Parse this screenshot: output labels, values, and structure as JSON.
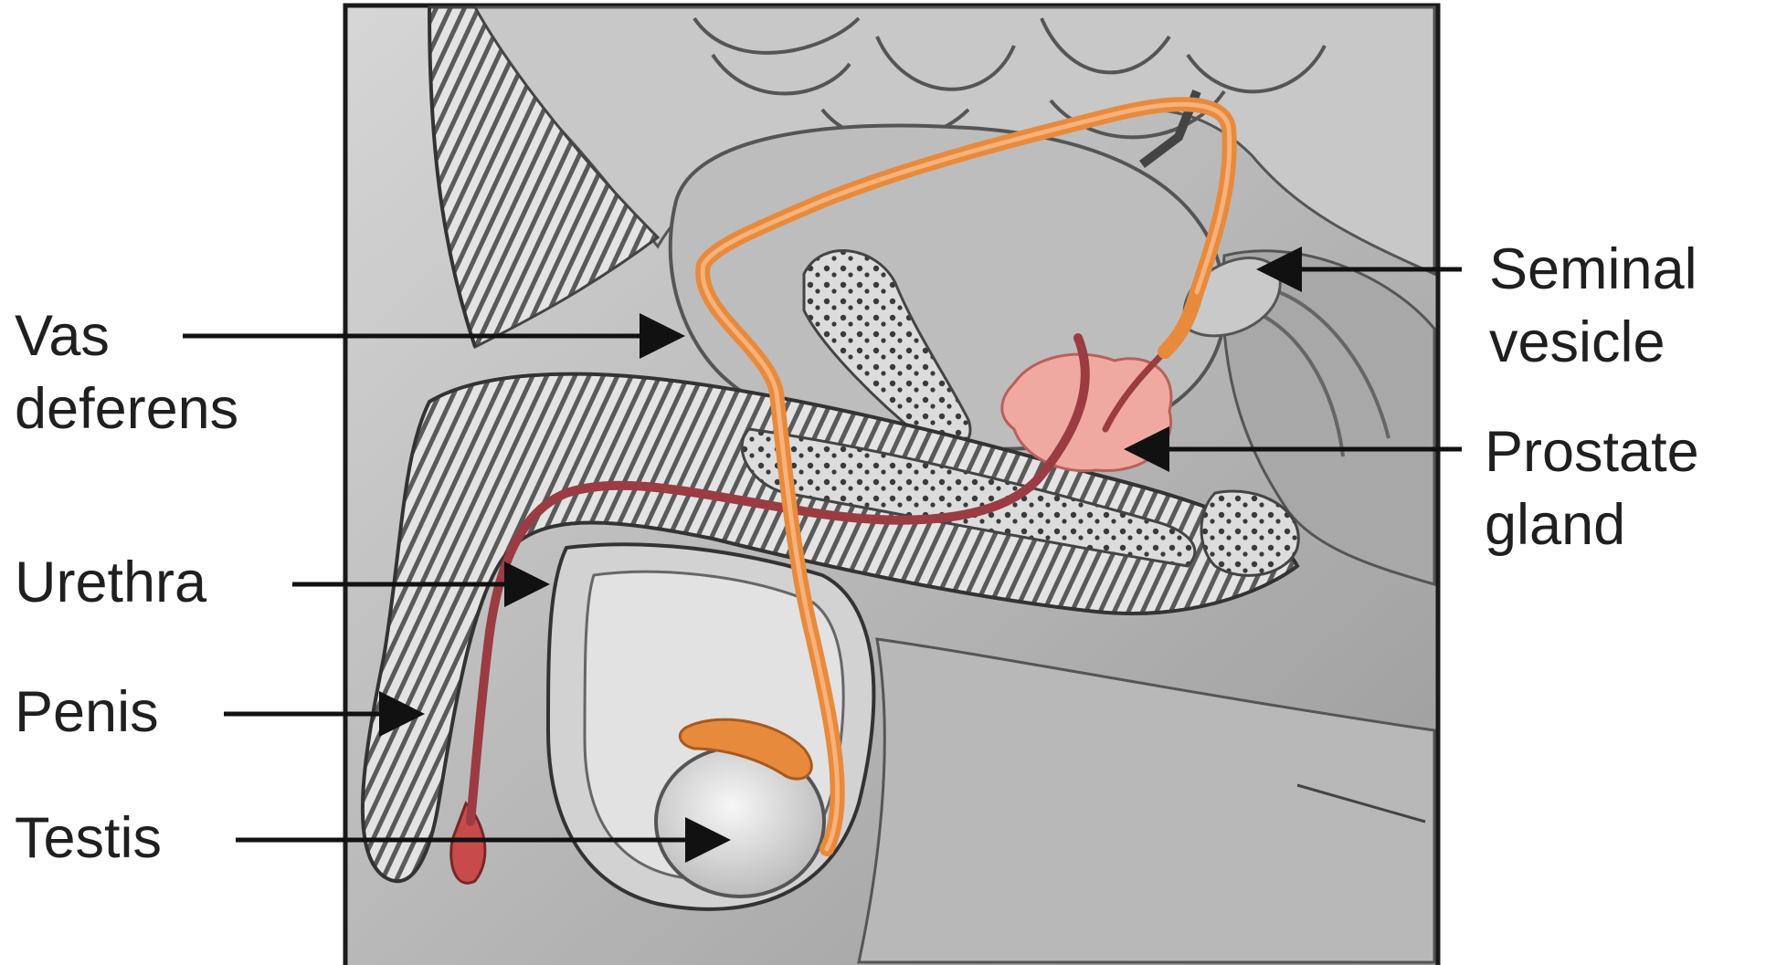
{
  "labels": {
    "vas_deferens": [
      "Vas",
      "deferens"
    ],
    "urethra": "Urethra",
    "penis": "Penis",
    "testis": "Testis",
    "seminal_vesicle": [
      "Seminal",
      "vesicle"
    ],
    "prostate_gland": [
      "Prostate",
      "gland"
    ]
  },
  "colors": {
    "vas_deferens": "#e88a3c",
    "urethra": "#9b3c42",
    "prostate": "#f0a9a0",
    "tissue": "#8c8c8c",
    "background": "#ffffff"
  }
}
